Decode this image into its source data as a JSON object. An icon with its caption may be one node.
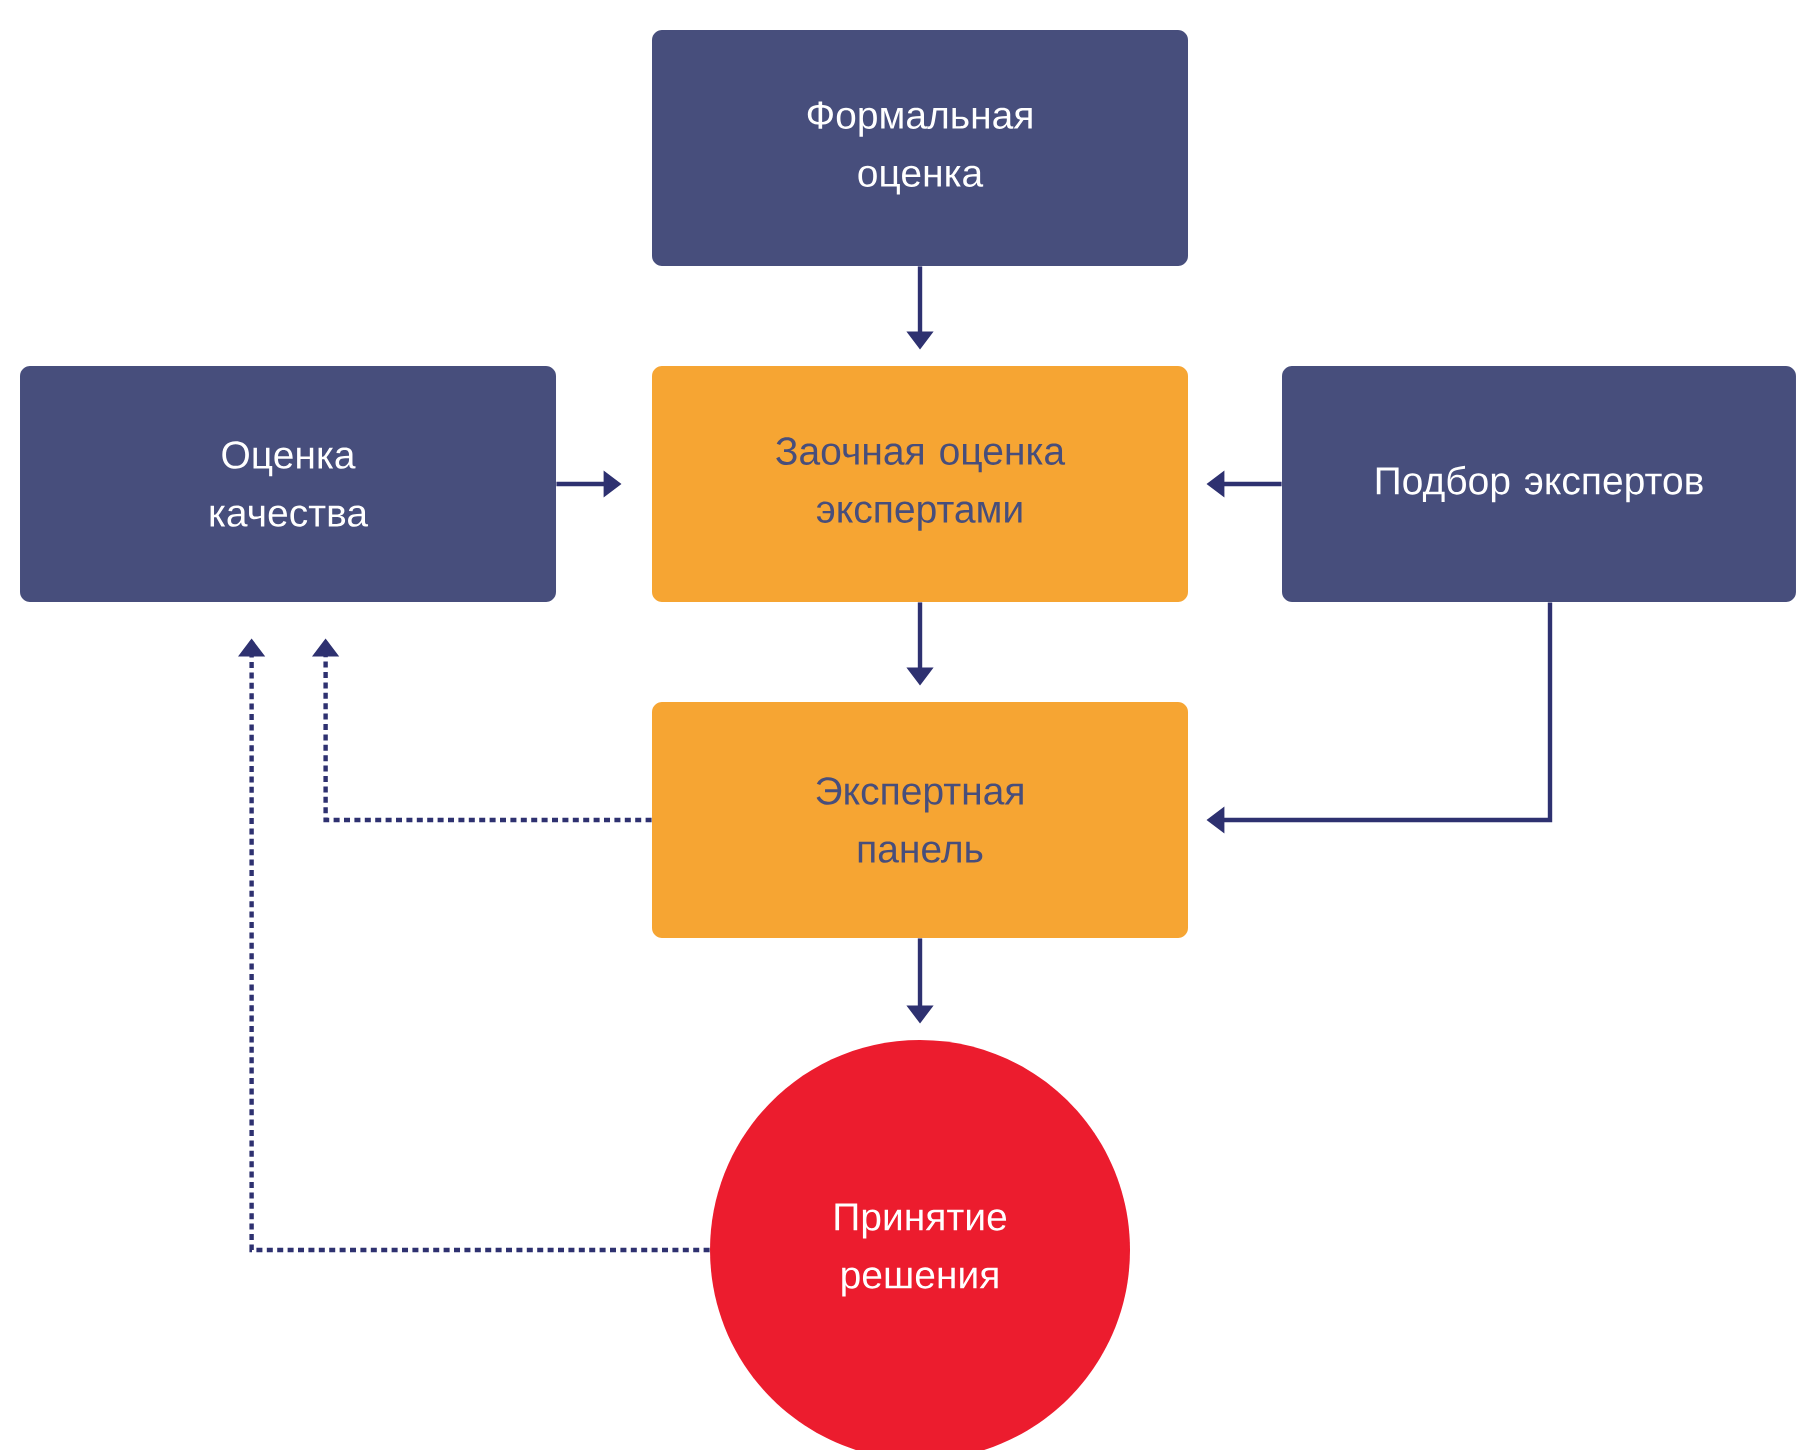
{
  "diagram": {
    "nodes": [
      {
        "text": [
          "Формальная оценка"
        ]
      },
      {
        "text": [
          "Оценка качества"
        ]
      },
      {
        "text": [
          "Заочная оценка экспертами"
        ]
      },
      {
        "text": [
          "Подбор экспертов"
        ]
      },
      {
        "text": [
          "Экспертная панель"
        ]
      },
      {
        "text": [
          "Принятие решения"
        ]
      }
    ],
    "edges": [
      {
        "from": 0,
        "to": 2,
        "arrow": "to"
      },
      {
        "from": 1,
        "to": 2,
        "arrow": "to"
      },
      {
        "from": 3,
        "to": 2,
        "arrow": "to"
      },
      {
        "from": 2,
        "to": 4,
        "arrow": "to"
      },
      {
        "from": 3,
        "to": 4,
        "arrow": "to"
      },
      {
        "from": 4,
        "to": 5,
        "arrow": "to"
      },
      {
        "from": 4,
        "to": 1,
        "arrow": "to",
        "style": "dashed"
      },
      {
        "from": 5,
        "to": 1,
        "arrow": "to",
        "style": "dashed"
      }
    ]
  }
}
